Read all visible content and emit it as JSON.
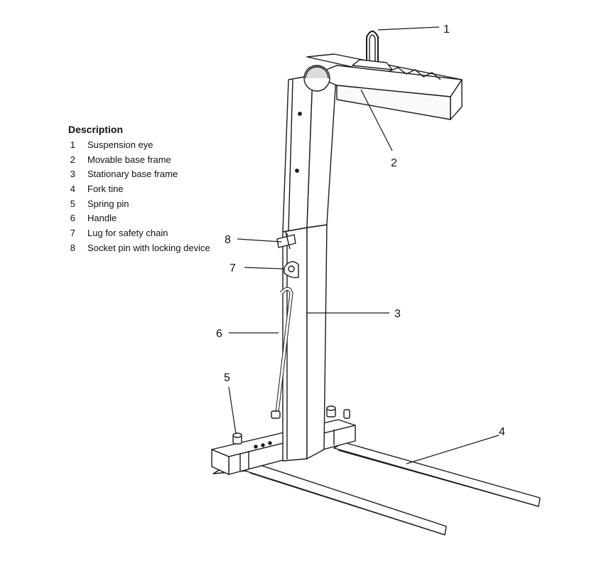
{
  "legend": {
    "title": "Description",
    "items": [
      {
        "num": "1",
        "label": "Suspension eye"
      },
      {
        "num": "2",
        "label": "Movable base frame"
      },
      {
        "num": "3",
        "label": "Stationary base frame"
      },
      {
        "num": "4",
        "label": "Fork tine"
      },
      {
        "num": "5",
        "label": "Spring pin"
      },
      {
        "num": "6",
        "label": "Handle"
      },
      {
        "num": "7",
        "label": "Lug for safety chain"
      },
      {
        "num": "8",
        "label": "Socket pin with locking device"
      }
    ]
  },
  "callouts": {
    "c1": "1",
    "c2": "2",
    "c3": "3",
    "c4": "4",
    "c5": "5",
    "c6": "6",
    "c7": "7",
    "c8": "8"
  }
}
